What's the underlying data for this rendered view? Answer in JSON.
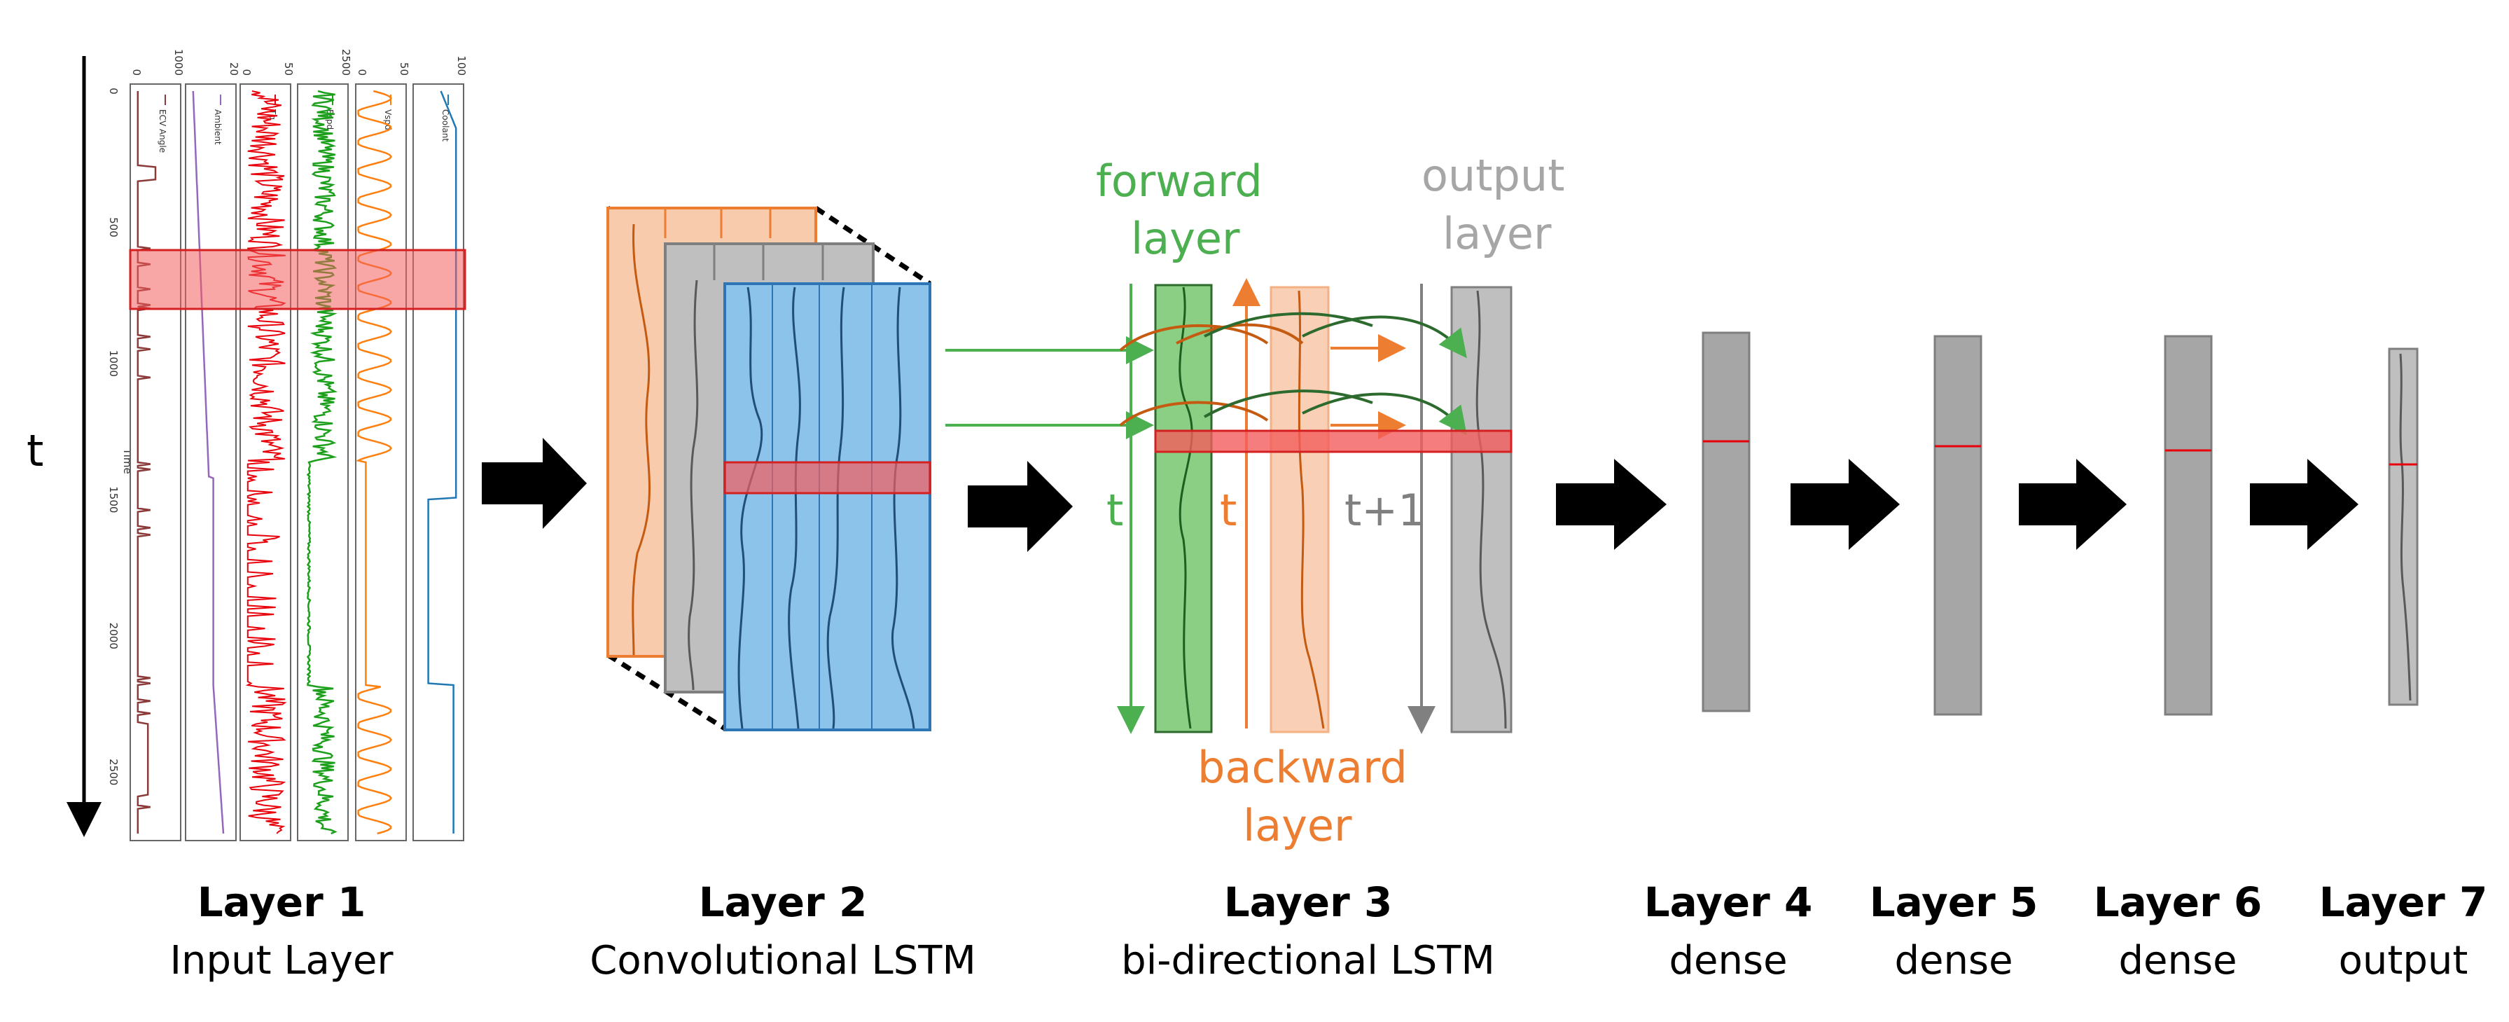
{
  "axis": {
    "time_symbol": "t",
    "time_label": "Time",
    "time_ticks": [
      "0",
      "500",
      "1000",
      "1500",
      "2000",
      "2500"
    ]
  },
  "input_panels": [
    {
      "name": "ECV Angle",
      "top_tick": "1000",
      "zero_tick": "0",
      "color": "#8B3A3A"
    },
    {
      "name": "Ambient",
      "top_tick": "20",
      "zero_tick": "",
      "color": "#9467BD"
    },
    {
      "name": "Tq",
      "top_tick": "50",
      "zero_tick": "0",
      "color": "#E8000B"
    },
    {
      "name": "Espd",
      "top_tick": "2500",
      "zero_tick": "",
      "color": "#1CA01C"
    },
    {
      "name": "Vspd",
      "top_tick": "50",
      "zero_tick": "0",
      "color": "#FF7F0E"
    },
    {
      "name": "Coolant",
      "top_tick": "100",
      "zero_tick": "",
      "color": "#1F77B4"
    }
  ],
  "layer3": {
    "forward_label": [
      "forward",
      "layer"
    ],
    "output_label": [
      "output",
      "layer"
    ],
    "backward_label": [
      "backward",
      "layer"
    ],
    "t_forward": "t",
    "t_backward": "t",
    "t_next": "t+1"
  },
  "layers": [
    {
      "title": "Layer 1",
      "subtitle": "Input Layer"
    },
    {
      "title": "Layer 2",
      "subtitle": "Convolutional LSTM"
    },
    {
      "title": "Layer 3",
      "subtitle": "bi-directional LSTM"
    },
    {
      "title": "Layer 4",
      "subtitle": "dense"
    },
    {
      "title": "Layer 5",
      "subtitle": "dense"
    },
    {
      "title": "Layer 6",
      "subtitle": "dense"
    },
    {
      "title": "Layer 7",
      "subtitle": "output"
    }
  ],
  "colors": {
    "highlight": "#F25C5C",
    "orange": "#ED7D31",
    "green": "#4CAF50",
    "gray": "#808080",
    "blue": "#1F77B4"
  }
}
